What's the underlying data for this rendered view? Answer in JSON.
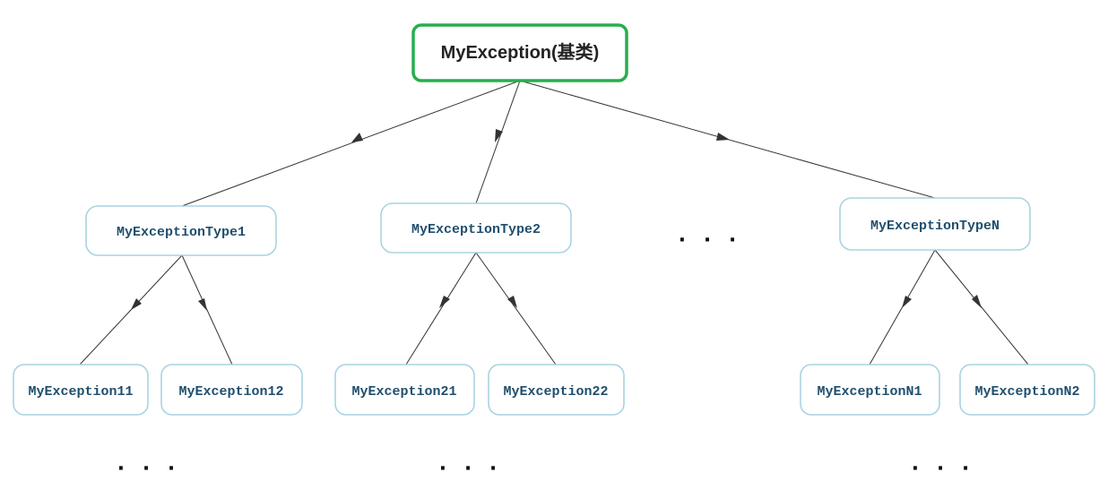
{
  "root": {
    "label": "MyException(基类)"
  },
  "level1": [
    {
      "label": "MyExceptionType1"
    },
    {
      "label": "MyExceptionType2"
    },
    {
      "label": "MyExceptionTypeN"
    }
  ],
  "level2": [
    {
      "label": "MyException11"
    },
    {
      "label": "MyException12"
    },
    {
      "label": "MyException21"
    },
    {
      "label": "MyException22"
    },
    {
      "label": "MyExceptionN1"
    },
    {
      "label": "MyExceptionN2"
    }
  ],
  "ellipses": [
    "· · ·",
    "· · ·",
    "· · ·",
    "· · ·"
  ],
  "colors": {
    "root_border": "#27ae4f",
    "node_border": "#a8d3e2",
    "node_text": "#1f4e6d",
    "edge": "#333333"
  }
}
